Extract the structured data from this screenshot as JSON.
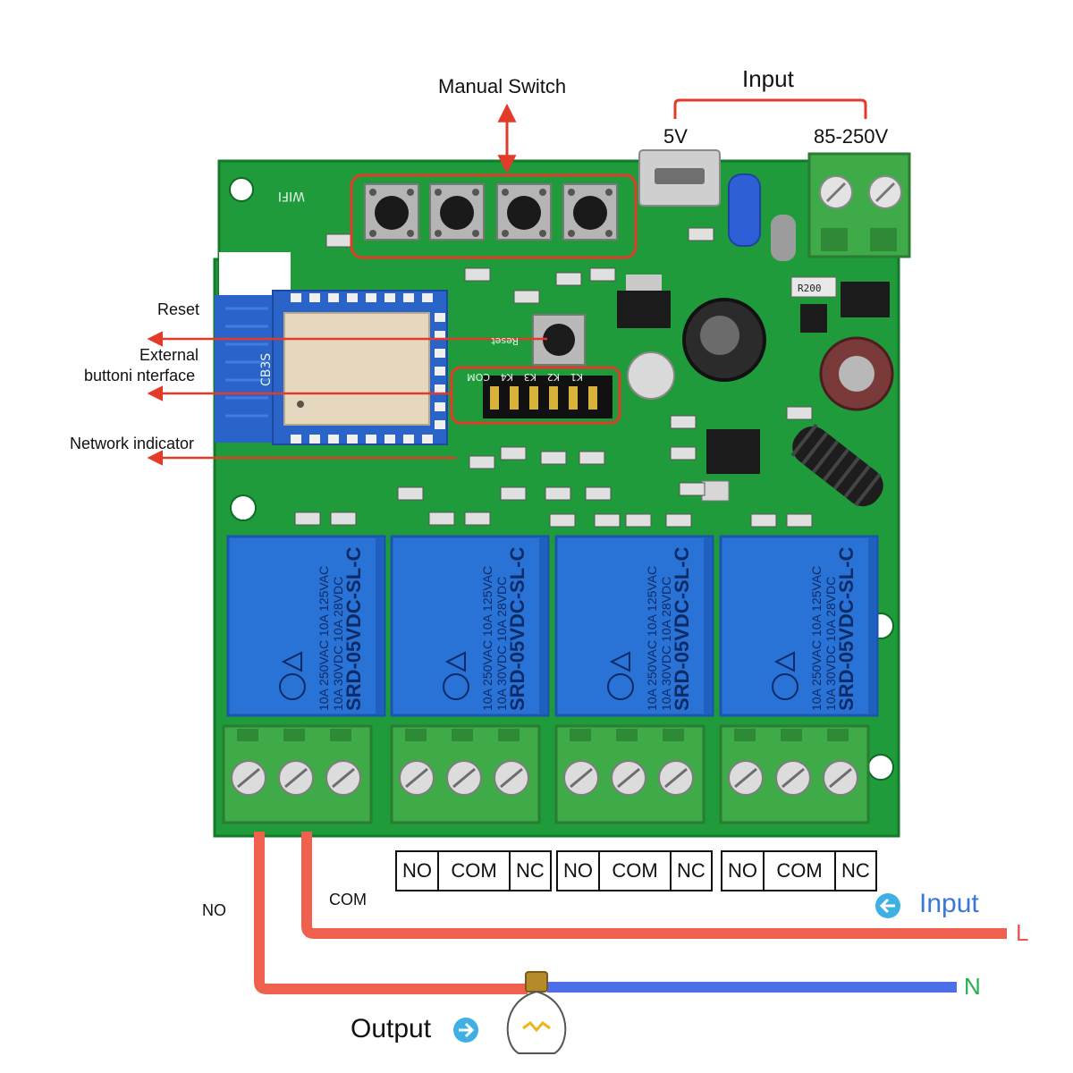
{
  "labels": {
    "manual_switch": "Manual Switch",
    "input": "Input",
    "v5": "5V",
    "v_ac": "85-250V",
    "reset": "Reset",
    "external_line1": "External",
    "external_line2": "buttoni nterface",
    "network_indicator": "Network indicator",
    "no": "NO",
    "com": "COM",
    "input_right": "Input",
    "line_l": "L",
    "line_n": "N",
    "output": "Output"
  },
  "board": {
    "wifi_silk": "WIFI",
    "module_name": "CB3S",
    "reset_silk": "Reset",
    "header_pins": [
      "COM",
      "K4",
      "K3",
      "K2",
      "K1"
    ],
    "relays": [
      {
        "model": "SRD-05VDC-SL-C",
        "line1": "10A 250VAC 10A 125VAC",
        "line2": "10A 30VDC 10A 28VDC"
      },
      {
        "model": "SRD-05VDC-SL-C",
        "line1": "10A 250VAC 10A 125VAC",
        "line2": "10A 30VDC 10A 28VDC"
      },
      {
        "model": "SRD-05VDC-SL-C",
        "line1": "10A 250VAC 10A 125VAC",
        "line2": "10A 30VDC 10A 28VDC"
      },
      {
        "model": "SRD-05VDC-SL-C",
        "line1": "10A 250VAC 10A 125VAC",
        "line2": "10A 30VDC 10A 28VDC"
      }
    ],
    "resistor_mark": "R200"
  },
  "terminal_legends": [
    [
      "NO",
      "COM",
      "NC"
    ],
    [
      "NO",
      "COM",
      "NC"
    ],
    [
      "NO",
      "COM",
      "NC"
    ]
  ],
  "colors": {
    "pcb": "#1f9b3b",
    "pcb_dark": "#137a2b",
    "relay": "#2a73d6",
    "terminal": "#3faa48",
    "wire_red": "#f0604f",
    "wire_blue": "#4c6ee8",
    "arrow": "#e23b2a",
    "callout_box": "#e23b2a",
    "accent_blue": "#3a78d8",
    "accent_green": "#22b14c"
  },
  "icons": [
    "arrow-right-circle-icon",
    "light-bulb-icon"
  ]
}
